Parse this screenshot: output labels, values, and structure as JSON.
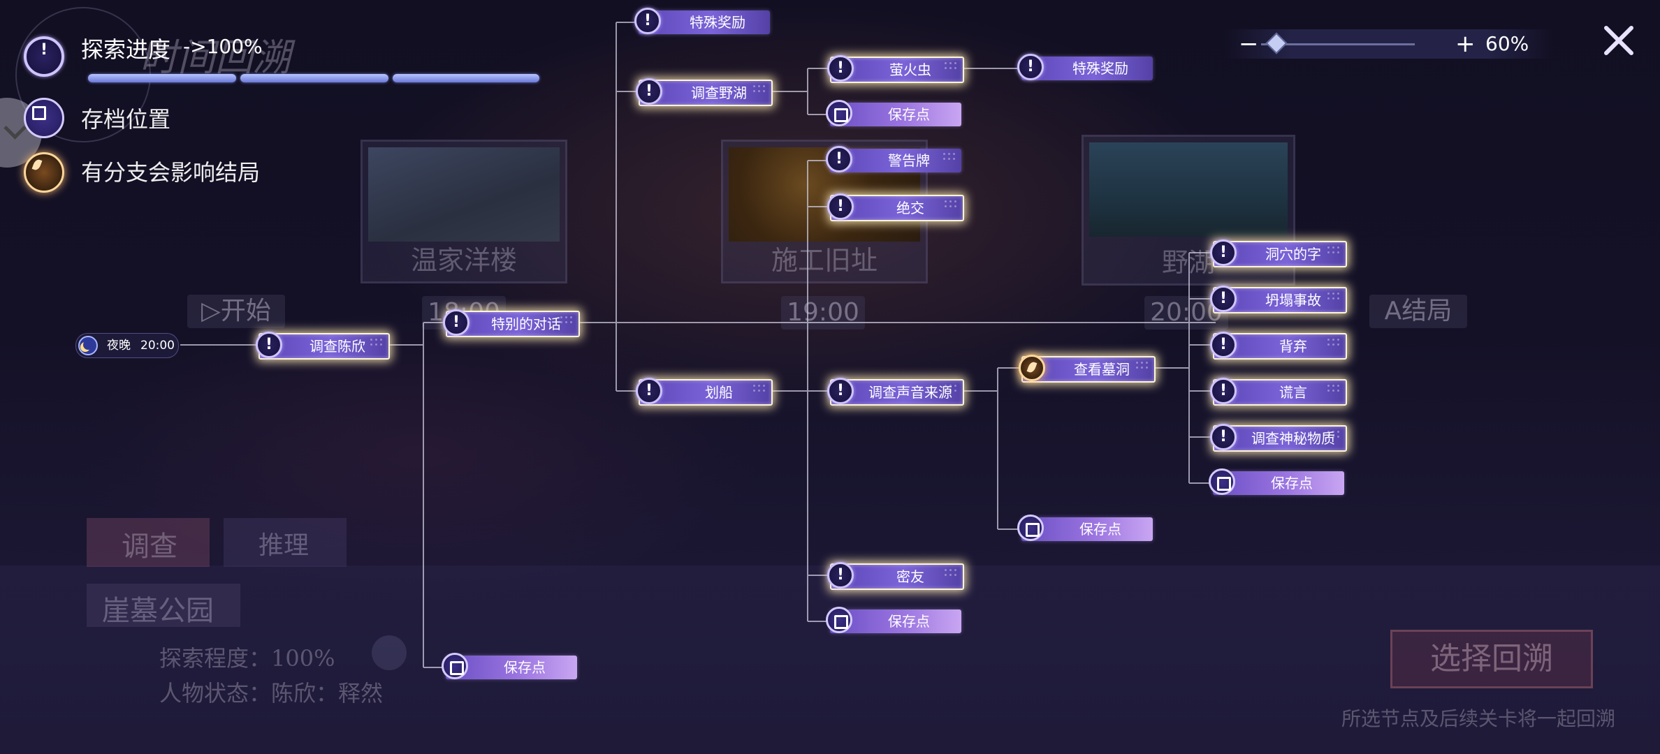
{
  "hud": {
    "progress_label": "探索进度",
    "progress_value": "->100%",
    "legend_save": "存档位置",
    "legend_branch": "有分支会影响结局",
    "zoom_percent": "60%",
    "zoom_level": 0.1
  },
  "background": {
    "title_watermark": "时间回溯",
    "locations": [
      "温家洋楼",
      "施工旧址",
      "野湖"
    ],
    "times": [
      "18:00",
      "19:00",
      "20:00"
    ],
    "start_label": "开始",
    "ending_label": "A结局",
    "tabs": [
      "调查",
      "推理"
    ],
    "place_name": "崖墓公园",
    "explore_degree": "探索程度：100%",
    "character_status": "人物状态：陈欣：释然",
    "confirm_label": "选择回溯",
    "hint_text": "所选节点及后续关卡将一起回溯"
  },
  "tree": {
    "night_badge": {
      "label": "夜晚",
      "time": "20:00"
    },
    "nodes": [
      {
        "id": "n01",
        "label": "调查陈欣",
        "type": "event",
        "glow": true
      },
      {
        "id": "n02",
        "label": "特别的对话",
        "type": "event",
        "glow": true
      },
      {
        "id": "n03",
        "label": "保存点",
        "type": "save",
        "glow": false
      },
      {
        "id": "n04",
        "label": "特殊奖励",
        "type": "event",
        "glow": false
      },
      {
        "id": "n05",
        "label": "调查野湖",
        "type": "event",
        "glow": true
      },
      {
        "id": "n06",
        "label": "划船",
        "type": "event",
        "glow": true
      },
      {
        "id": "n07",
        "label": "萤火虫",
        "type": "event",
        "glow": true
      },
      {
        "id": "n08",
        "label": "特殊奖励",
        "type": "event",
        "glow": false
      },
      {
        "id": "n09",
        "label": "保存点",
        "type": "save",
        "glow": false
      },
      {
        "id": "n10",
        "label": "警告牌",
        "type": "event",
        "glow": false
      },
      {
        "id": "n11",
        "label": "绝交",
        "type": "event",
        "glow": true
      },
      {
        "id": "n12",
        "label": "调查声音来源",
        "type": "event",
        "glow": true
      },
      {
        "id": "n13",
        "label": "密友",
        "type": "event",
        "glow": true
      },
      {
        "id": "n14",
        "label": "保存点",
        "type": "save",
        "glow": false
      },
      {
        "id": "n15",
        "label": "查看墓洞",
        "type": "branch",
        "glow": true
      },
      {
        "id": "n16",
        "label": "保存点",
        "type": "save",
        "glow": false
      },
      {
        "id": "n17",
        "label": "洞穴的字",
        "type": "event",
        "glow": true
      },
      {
        "id": "n18",
        "label": "坍塌事故",
        "type": "event",
        "glow": true
      },
      {
        "id": "n19",
        "label": "背弃",
        "type": "event",
        "glow": true
      },
      {
        "id": "n20",
        "label": "谎言",
        "type": "event",
        "glow": true
      },
      {
        "id": "n21",
        "label": "调查神秘物质",
        "type": "event",
        "glow": true
      },
      {
        "id": "n22",
        "label": "保存点",
        "type": "save",
        "glow": false
      }
    ]
  },
  "colors": {
    "accent": "#7b64d8",
    "glow": "#fff6d6",
    "branch": "#ffc070",
    "line": "#c9c6da"
  }
}
